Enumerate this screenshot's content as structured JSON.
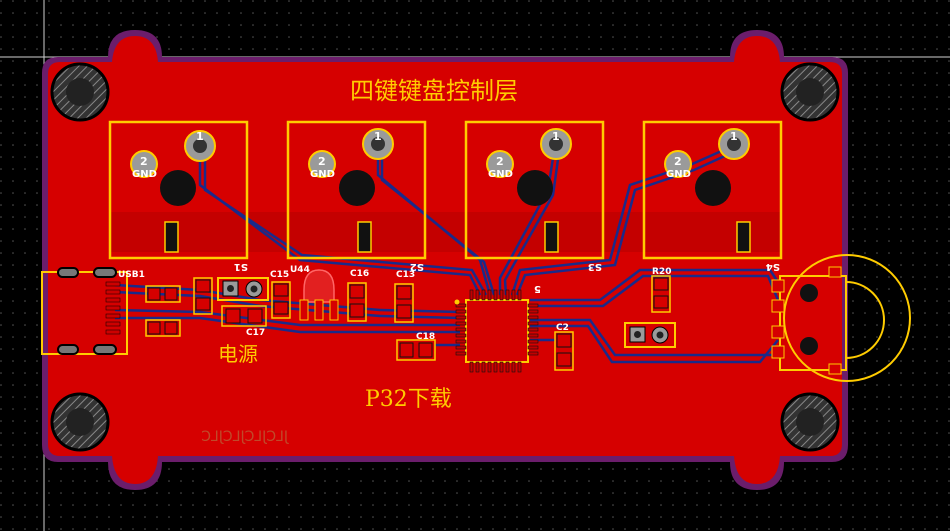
{
  "board": {
    "title": "四键键盘控制层",
    "power_label": "电源",
    "download_label": "P32下载",
    "bottom_silk": "JLCJLCJLCJLC"
  },
  "switches": [
    {
      "ref": "S1",
      "pin1": "1",
      "pin2": "2",
      "gnd": "GND"
    },
    {
      "ref": "S2",
      "pin1": "1",
      "pin2": "2",
      "gnd": "GND"
    },
    {
      "ref": "S3",
      "pin1": "1",
      "pin2": "2",
      "gnd": "GND"
    },
    {
      "ref": "S4",
      "pin1": "1",
      "pin2": "2",
      "gnd": "GND"
    }
  ],
  "components": {
    "usb": "USB1",
    "u44": "U44",
    "c15": "C15",
    "c16": "C16",
    "c13": "C13",
    "c17": "C17",
    "c18": "C18",
    "c2": "C2",
    "r20": "R20",
    "u_mcu": "5"
  },
  "colors": {
    "background": "#000000",
    "board_outline": "#6b1d6b",
    "copper": "#d60000",
    "silkscreen": "#ffcc00",
    "pad_gray": "#9a9a9a",
    "trace_blue": "#1a2a8a"
  }
}
